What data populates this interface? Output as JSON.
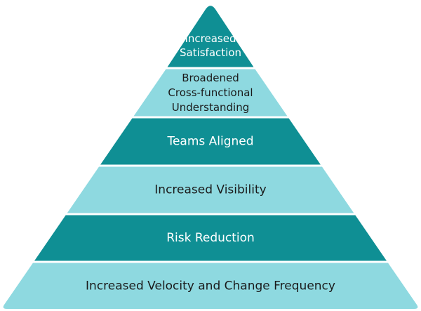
{
  "pyramid": {
    "colors": {
      "dark_teal": "#0f8f94",
      "light_teal": "#8ed9e0",
      "divider": "#ffffff",
      "text_on_dark": "#ffffff",
      "text_on_light": "#1a1a1a"
    },
    "tiers": [
      {
        "id": "satisfaction",
        "lines": [
          "Increased",
          "Satisfaction"
        ],
        "shade": "dark"
      },
      {
        "id": "understanding",
        "lines": [
          "Broadened",
          "Cross-functional",
          "Understanding"
        ],
        "shade": "light"
      },
      {
        "id": "teams-aligned",
        "lines": [
          "Teams Aligned"
        ],
        "shade": "dark"
      },
      {
        "id": "visibility",
        "lines": [
          "Increased Visibility"
        ],
        "shade": "light"
      },
      {
        "id": "risk-reduction",
        "lines": [
          "Risk Reduction"
        ],
        "shade": "dark"
      },
      {
        "id": "velocity",
        "lines": [
          "Increased Velocity and Change Frequency"
        ],
        "shade": "light"
      }
    ]
  }
}
